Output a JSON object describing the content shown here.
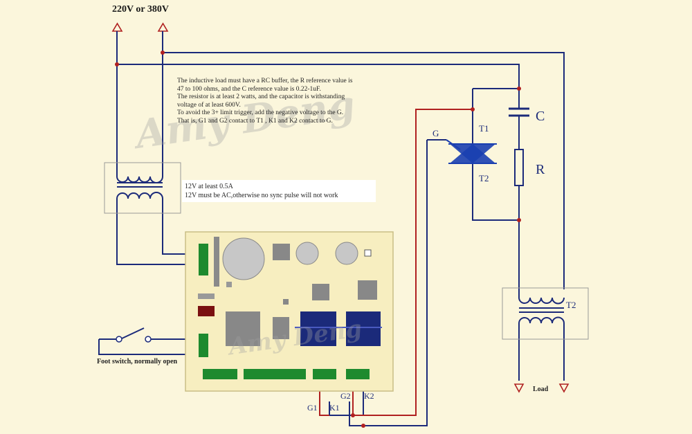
{
  "supply_label": "220V or 380V",
  "notes": {
    "rc_note": [
      "The inductive load must have a RC buffer, the R reference value is",
      "47 to 100 ohms, and the C reference value is 0.22-1uF.",
      "The resistor is at least 2 watts, and the capacitor is withstanding",
      "voltage of at least 600V.",
      "To avoid the 3+ limit trigger, add the negative voltage to the G.",
      "That is, G1 and G2 contact to T1 , K1 and K2 contact to G."
    ],
    "power_note": [
      "12V at least 0.5A",
      "12V must be AC,otherwise no sync pulse will not work"
    ]
  },
  "labels": {
    "foot_switch": "Foot switch, normally open",
    "load": "Load",
    "capacitor": "C",
    "resistor": "R",
    "gate": "G",
    "t1": "T1",
    "t2_triac": "T2",
    "t2_transformer": "T2",
    "g1": "G1",
    "k1": "K1",
    "g2": "G2",
    "k2": "K2"
  },
  "watermark": "Amy Deng",
  "colors": {
    "background": "#fbf6dc",
    "wire_blue": "#1b2a7a",
    "wire_red": "#b02020",
    "board": "#f7eec0",
    "connector_green": "#1e8a2e",
    "triac_blue": "#1a3fb0"
  }
}
